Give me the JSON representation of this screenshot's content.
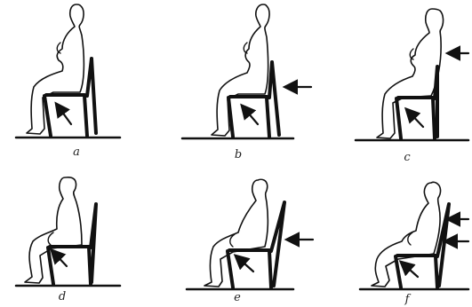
{
  "panels": [
    {
      "id": "a",
      "label": "a",
      "back_arrows": 0,
      "arrow_under_seat": true
    },
    {
      "id": "b",
      "label": "b",
      "back_arrows": 1,
      "arrow_under_seat": true
    },
    {
      "id": "c",
      "label": "c",
      "back_arrows": 1,
      "arrow_under_seat": true
    },
    {
      "id": "d",
      "label": "d",
      "back_arrows": 0,
      "arrow_under_seat": true
    },
    {
      "id": "e",
      "label": "e",
      "back_arrows": 1,
      "arrow_under_seat": true
    },
    {
      "id": "f",
      "label": "f",
      "back_arrows": 2,
      "arrow_under_seat": true
    }
  ],
  "colors": {
    "ink": "#111111",
    "paper": "#ffffff"
  }
}
